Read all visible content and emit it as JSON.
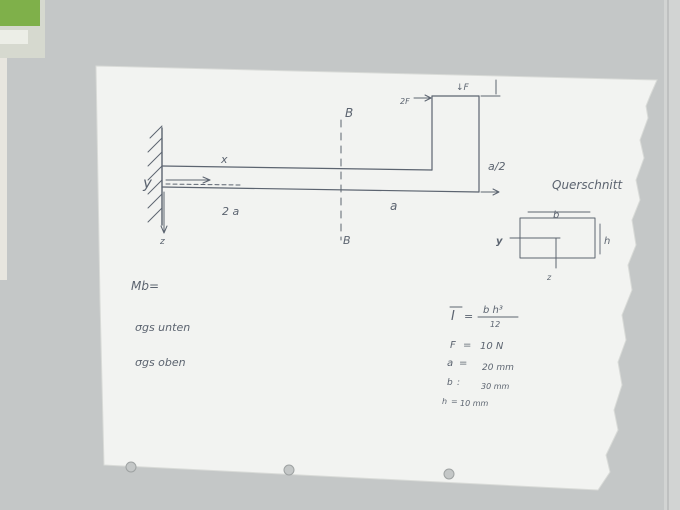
{
  "sketch": {
    "labels": {
      "force_top": "↓F",
      "force_2f": "2F",
      "section_top": "B",
      "section_bottom": "B",
      "axis_x": "x",
      "axis_y": "y",
      "axis_z": "z",
      "dim_2a": "2 a",
      "dim_a": "a",
      "dim_a_half": "a/2",
      "cross_section_title": "Querschnitt",
      "dim_b": "b",
      "dim_h": "h",
      "cs_y": "y",
      "cs_z": "z"
    },
    "questions": [
      "Mb=",
      "σgs unten",
      "σgs oben"
    ],
    "formula": {
      "lhs": "I",
      "eq": "=",
      "numerator": "b h³",
      "denominator": "12"
    },
    "givens": [
      {
        "name": "F",
        "sep": "=",
        "value": "10 N"
      },
      {
        "name": "a",
        "sep": "=",
        "value": "20 mm"
      },
      {
        "name": "b",
        "sep": ":",
        "value": "30 mm"
      },
      {
        "name": "h",
        "sep": "=",
        "value": "10 mm"
      }
    ]
  },
  "colors": {
    "wall": "#c4c7c7",
    "paper": "#f2f3f1",
    "ink": "#5c6470",
    "note_green": "#7fb04a"
  }
}
